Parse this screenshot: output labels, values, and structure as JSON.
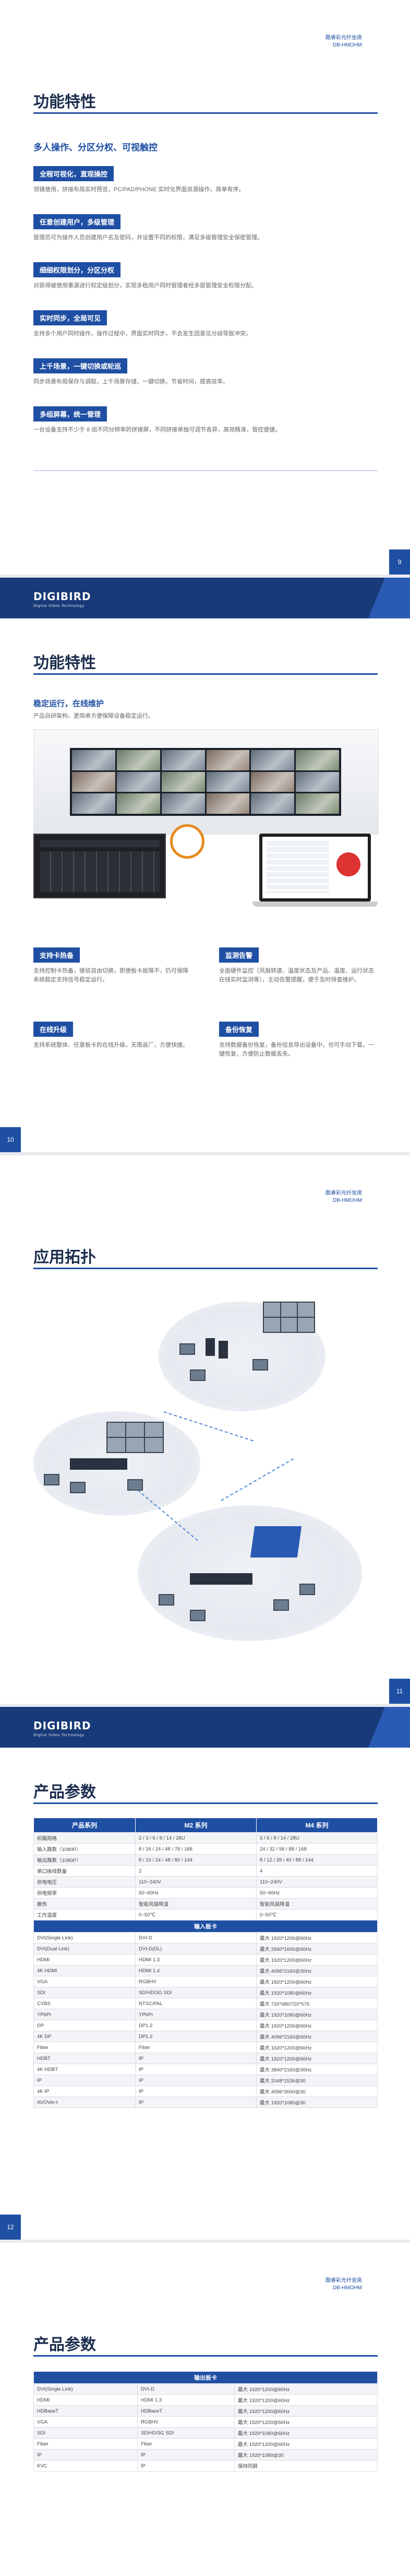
{
  "header": {
    "line1": "酷睿彩光纤坐席",
    "line2": "DB-HMOHM"
  },
  "brand": {
    "name": "DIGIBIRD",
    "tagline": "Digital Video Technology"
  },
  "page1": {
    "title": "功能特性",
    "subtitle": "多人操作、分区分权、可视触控",
    "features": [
      {
        "label": "全程可视化，直观操控",
        "desc": "领镜使用，拼接布局实时预览，PC/PAD/PHONE 实时化界面资源操作，简单有序。"
      },
      {
        "label": "任意创建用户，多级管理",
        "desc": "管理员可为操作人员创建用户名及密码，并设置不同的权限，满足多级管理安全保密管理。"
      },
      {
        "label": "细细权限划分，分区分权",
        "desc": "对获得被使用事源进行权定级划分，实现多租用户同时管理者经多层管理安全权限分配。"
      },
      {
        "label": "实时同步，全局可见",
        "desc": "支持多个用户同时操作，操作过程中，界面实时同步，不会发生因意见分歧导致冲突。"
      },
      {
        "label": "上千场景，一键切换或轮巡",
        "desc": "同步场景布局保存与调取，上千场景存储，一键切换，节省时间，提高效率。"
      },
      {
        "label": "多组屏幕，统一管理",
        "desc": "一台设备支持不少于 8 组不同分辨率的拼接屏，不同拼接单独可调节各异，高效精准，管控便捷。"
      }
    ],
    "page_number": "9"
  },
  "page2": {
    "title": "功能特性",
    "subtitle": "稳定运行，在线维护",
    "intro": "产品自研架构，更简单方便保障设备稳定运行。",
    "cards": [
      {
        "label": "支持卡热备",
        "desc": "支持控制卡热备，接驳自由切换，即使板卡故障不，仍可保障系统稳定支持信号稳定运行。"
      },
      {
        "label": "监测告警",
        "desc": "全面硬件监控（风扇转速、温度状态及产品、温度、运行状态在线实时监测等），主动告警提醒，便于及时排查维护。"
      },
      {
        "label": "在线升级",
        "desc": "支持系统整体、任意板卡的在线升级，无需返厂，方便快捷。"
      },
      {
        "label": "备份恢复",
        "desc": "支持数据备份恢复，备份信息导出设备中，也可手动下载，一键恢复，方便防止数据丢失。"
      }
    ],
    "page_number": "10"
  },
  "page3": {
    "title": "应用拓扑",
    "page_number": "11"
  },
  "page4": {
    "title": "产品参数",
    "col_headers": [
      "产品系列",
      "M2 系列",
      "M4 系列"
    ],
    "rows": [
      [
        "机箱规格",
        "2 / 3 / 6 / 8 / 14 / 28U",
        "3 / 6 / 8 / 14 / 28U"
      ],
      [
        "输入路数（1080P）",
        "8 / 16 / 24 / 48 / 78 / 168",
        "24 / 32 / 56 / 88 / 168"
      ],
      [
        "输出路数（1080P）",
        "8 / 16 / 24 / 48 / 80 / 144",
        "8 / 12 / 28 / 40 / 88 / 144"
      ],
      [
        "单口接线数量",
        "2",
        "4"
      ],
      [
        "供电电压",
        "110~240V",
        "110~240V"
      ],
      [
        "供电频率",
        "50~60Hz",
        "50~60Hz"
      ],
      [
        "散热",
        "智能风扇降温",
        "智能风扇降温"
      ],
      [
        "工作温度",
        "0~50℃",
        "0~50℃"
      ]
    ],
    "input_section": "输入板卡",
    "input_rows": [
      [
        "DVI(Single Link)",
        "DVI-D",
        "最大 1920*1200@60Hz"
      ],
      [
        "DVI(Dual Link)",
        "DVI-D(DL)",
        "最大 2560*1600@60Hz"
      ],
      [
        "HDMI",
        "HDMI 1.3",
        "最大 1920*1200@60Hz"
      ],
      [
        "4K HDMI",
        "HDMI 1.4",
        "最大 4096*2160@30Hz"
      ],
      [
        "VGA",
        "RGBHV",
        "最大 1920*1200@60Hz"
      ],
      [
        "SDI",
        "SD/HD/3G SDI",
        "最大 1920*1080@60Hz"
      ],
      [
        "CVBS",
        "NTSC/PAL",
        "最大 720*480/720*576"
      ],
      [
        "YPbPr",
        "YPbPr",
        "最大 1920*1080@60Hz"
      ],
      [
        "DP",
        "DP1.2",
        "最大 1920*1200@60Hz"
      ],
      [
        "4K DP",
        "DP1.2",
        "最大 4096*2160@60Hz"
      ],
      [
        "Fiber",
        "Fiber",
        "最大 1920*1200@60Hz"
      ],
      [
        "HDBT",
        "IP",
        "最大 1920*1200@60Hz"
      ],
      [
        "4K HDBT",
        "IP",
        "最大 3840*2160@30Hz"
      ],
      [
        "IP",
        "IP",
        "最大 2048*1536@30"
      ],
      [
        "4K IP",
        "IP",
        "最大 4096*3000@30"
      ],
      [
        "AVOVer-t",
        "IP",
        "最大 1920*1080@30"
      ]
    ],
    "page_number": "12"
  },
  "page5": {
    "title": "产品参数",
    "output_section": "输出板卡",
    "output_rows": [
      [
        "DVI(Single Link)",
        "DVI-D",
        "最大 1920*1200@60Hz"
      ],
      [
        "HDMI",
        "HDMI 1.3",
        "最大 1920*1200@60Hz"
      ],
      [
        "HDBaseT",
        "HDBaseT",
        "最大 1920*1200@60Hz"
      ],
      [
        "VGA",
        "RGBHV",
        "最大 1920*1200@60Hz"
      ],
      [
        "SDI",
        "SD/HD/3G SDI",
        "最大 1920*1080@60Hz"
      ],
      [
        "Fiber",
        "Fiber",
        "最大 1920*1200@60Hz"
      ],
      [
        "IP",
        "IP",
        "最大 1920*1080@30"
      ],
      [
        "KVC",
        "IP",
        "保持同屏"
      ]
    ]
  }
}
